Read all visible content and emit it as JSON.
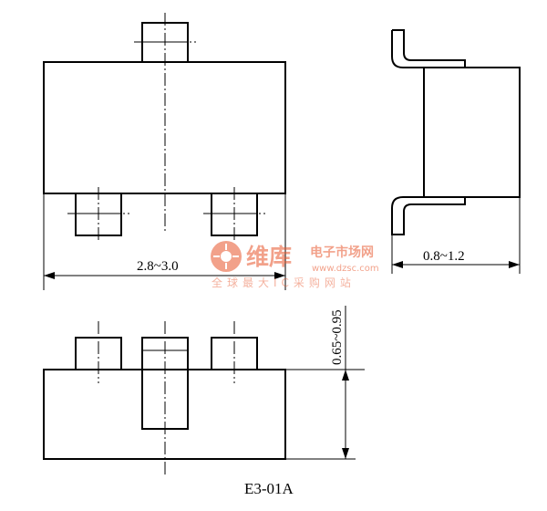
{
  "dimensions": {
    "length": "2.8~3.0",
    "height": "0.65~0.95",
    "lead_span": "0.8~1.2"
  },
  "caption": "E3-01A",
  "watermark": {
    "brand": "维库",
    "tagline": "电子市场网",
    "url": "www.dzsc.com",
    "subtitle": "全球最大IC采购网站"
  }
}
